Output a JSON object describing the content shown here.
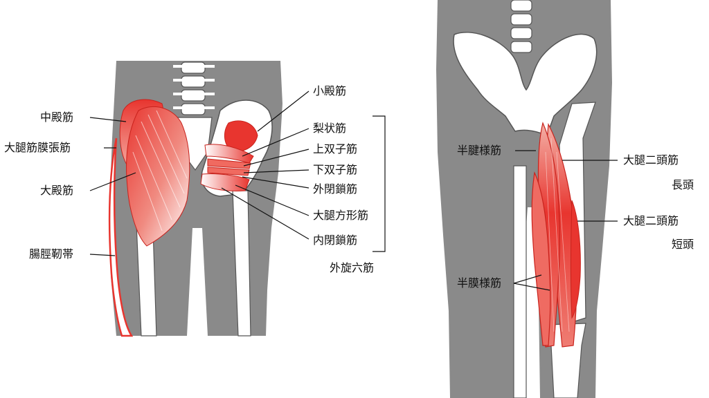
{
  "left_panel": {
    "labels": {
      "gluteus_medius": "中殿筋",
      "tensor_fasciae_latae": "大腿筋膜張筋",
      "gluteus_maximus": "大殿筋",
      "iliotibial_tract": "腸脛靭帯",
      "gluteus_minimus": "小殿筋",
      "piriformis": "梨状筋",
      "superior_gemellus": "上双子筋",
      "inferior_gemellus": "下双子筋",
      "obturator_externus": "外閉鎖筋",
      "quadratus_femoris": "大腿方形筋",
      "obturator_internus": "内閉鎖筋",
      "deep_six_rotators": "外旋六筋"
    }
  },
  "right_panel": {
    "labels": {
      "semitendinosus": "半腱様筋",
      "biceps_long_line1": "大腿二頭筋",
      "biceps_long_line2": "長頭",
      "biceps_short_line1": "大腿二頭筋",
      "biceps_short_line2": "短頭",
      "semimembranosus": "半膜様筋"
    }
  },
  "colors": {
    "silhouette": "#8a8a8a",
    "bone": "#ffffff",
    "bone_outline": "#555555",
    "muscle": "#e8352f",
    "muscle_light": "#f6b7ae",
    "line": "#111111"
  }
}
